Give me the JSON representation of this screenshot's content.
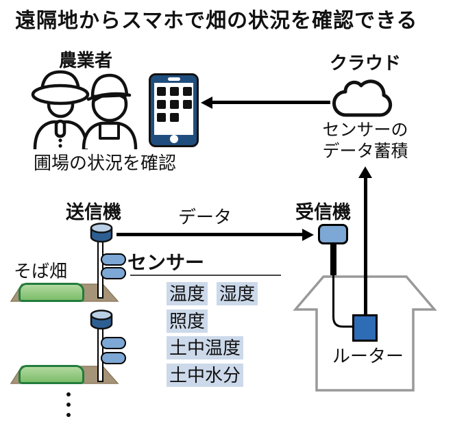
{
  "title": "遠隔地からスマホで畑の状況を確認できる",
  "farmers": {
    "label": "農業者",
    "caption": "圃場の状況を確認",
    "icon": "farmers-icon"
  },
  "smartphone": {
    "icon": "smartphone-icon"
  },
  "cloud": {
    "label": "クラウド",
    "caption_line1": "センサーの",
    "caption_line2": "データ蓄積",
    "icon": "cloud-icon"
  },
  "flow": {
    "data_label": "データ"
  },
  "transmitter": {
    "label": "送信機"
  },
  "receiver": {
    "label": "受信機"
  },
  "field": {
    "label": "そば畑"
  },
  "sensors": {
    "label": "センサー",
    "items": [
      "温度",
      "湿度",
      "照度",
      "土中温度",
      "土中水分"
    ]
  },
  "router": {
    "label": "ルーター"
  },
  "colors": {
    "phone_navy": "#1f4e7e",
    "sensor_blue": "#7da7d4",
    "router_blue": "#2e6cb5",
    "cylinder_dark": "#2e5f93",
    "cylinder_light": "#b9cfe6",
    "sensor_tag_bg": "#ccd9ea",
    "ground_tan": "#a69478",
    "field_green": "#7cbd6a",
    "field_green_border": "#217c3c",
    "house_gray": "#999999"
  }
}
